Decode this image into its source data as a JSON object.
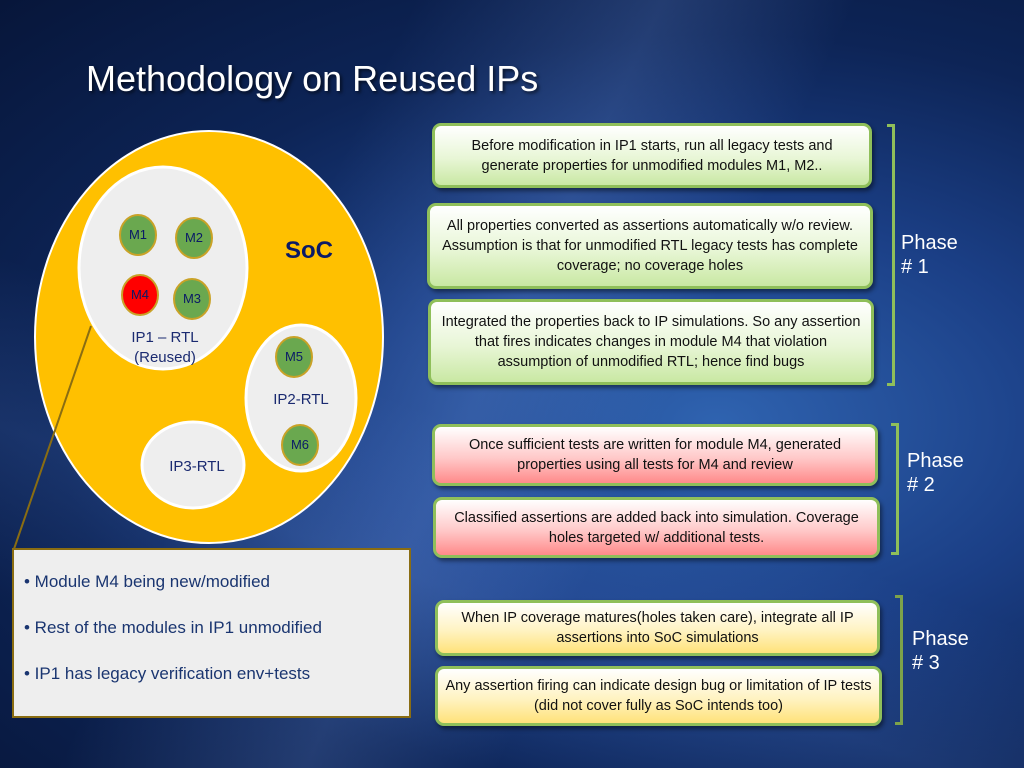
{
  "title": "Methodology on Reused IPs",
  "colors": {
    "soc_fill": "#ffc000",
    "module_green": "#6aa84f",
    "module_red": "#ff0000",
    "bracket": "#8fbf5a"
  },
  "diagram": {
    "soc_label": "SoC",
    "ip1": {
      "label_line1": "IP1 – RTL",
      "label_line2": "(Reused)",
      "modules": [
        "M1",
        "M2",
        "M4",
        "M3"
      ]
    },
    "ip2": {
      "label": "IP2-RTL",
      "modules": [
        "M5",
        "M6"
      ]
    },
    "ip3": {
      "label": "IP3-RTL"
    }
  },
  "notes": [
    "• Module M4 being new/modified",
    "• Rest of the modules in IP1 unmodified",
    "• IP1 has legacy verification env+tests"
  ],
  "phases": [
    {
      "label_line1": "Phase",
      "label_line2": "# 1",
      "steps": [
        "Before modification in IP1 starts, run all legacy tests and generate properties for unmodified modules M1, M2..",
        "All properties converted as assertions automatically w/o review. Assumption is that for unmodified RTL legacy tests has complete coverage; no coverage holes",
        "Integrated the properties back to IP simulations. So any assertion that fires indicates changes in module M4 that violation assumption of unmodified RTL; hence find bugs"
      ]
    },
    {
      "label_line1": "Phase",
      "label_line2": "# 2",
      "steps": [
        "Once sufficient tests are written for module M4, generated properties using all tests for M4 and review",
        "Classified assertions are added back into simulation. Coverage holes targeted w/ additional tests."
      ]
    },
    {
      "label_line1": "Phase",
      "label_line2": "# 3",
      "steps": [
        "When IP coverage matures(holes taken care), integrate all IP assertions into SoC simulations",
        "Any assertion firing can indicate design bug or limitation of IP tests (did not cover fully as SoC intends too)"
      ]
    }
  ]
}
